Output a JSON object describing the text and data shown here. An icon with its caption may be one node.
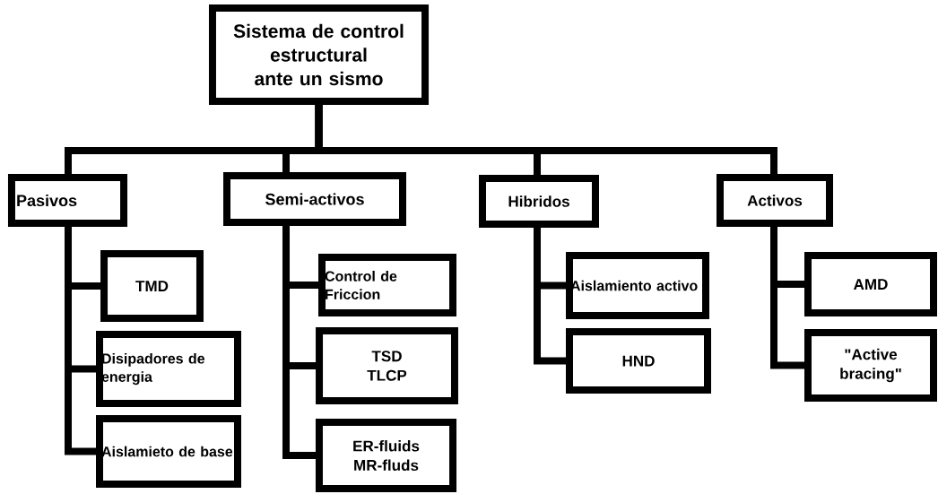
{
  "diagram": {
    "nodes": [
      {
        "text": [
          "Sistema de control estructural ante un sismo"
        ]
      },
      {
        "text": [
          "Pasivos"
        ]
      },
      {
        "text": [
          "Semi-activos"
        ]
      },
      {
        "text": [
          "Hibridos"
        ]
      },
      {
        "text": [
          "Activos"
        ]
      },
      {
        "text": [
          "TMD"
        ]
      },
      {
        "text": [
          "Disipadores de energia"
        ]
      },
      {
        "text": [
          "Aislamieto de base"
        ]
      },
      {
        "text": [
          "Control de Friccion"
        ]
      },
      {
        "text": [
          "TSD TLCP"
        ]
      },
      {
        "text": [
          "ER-fluids MR-fluds"
        ]
      },
      {
        "text": [
          "Aislamiento activo"
        ]
      },
      {
        "text": [
          "HND"
        ]
      },
      {
        "text": [
          "AMD"
        ]
      },
      {
        "text": [
          "\"Active bracing\""
        ]
      }
    ],
    "edges": [
      {
        "from": 0,
        "to": 1,
        "arrow": "none"
      },
      {
        "from": 0,
        "to": 2,
        "arrow": "none"
      },
      {
        "from": 0,
        "to": 3,
        "arrow": "none"
      },
      {
        "from": 0,
        "to": 4,
        "arrow": "none"
      },
      {
        "from": 1,
        "to": 5,
        "arrow": "none"
      },
      {
        "from": 1,
        "to": 6,
        "arrow": "none"
      },
      {
        "from": 1,
        "to": 7,
        "arrow": "none"
      },
      {
        "from": 2,
        "to": 8,
        "arrow": "none"
      },
      {
        "from": 2,
        "to": 9,
        "arrow": "none"
      },
      {
        "from": 2,
        "to": 10,
        "arrow": "none"
      },
      {
        "from": 3,
        "to": 11,
        "arrow": "none"
      },
      {
        "from": 3,
        "to": 12,
        "arrow": "none"
      },
      {
        "from": 4,
        "to": 13,
        "arrow": "none"
      },
      {
        "from": 4,
        "to": 14,
        "arrow": "none"
      }
    ]
  }
}
